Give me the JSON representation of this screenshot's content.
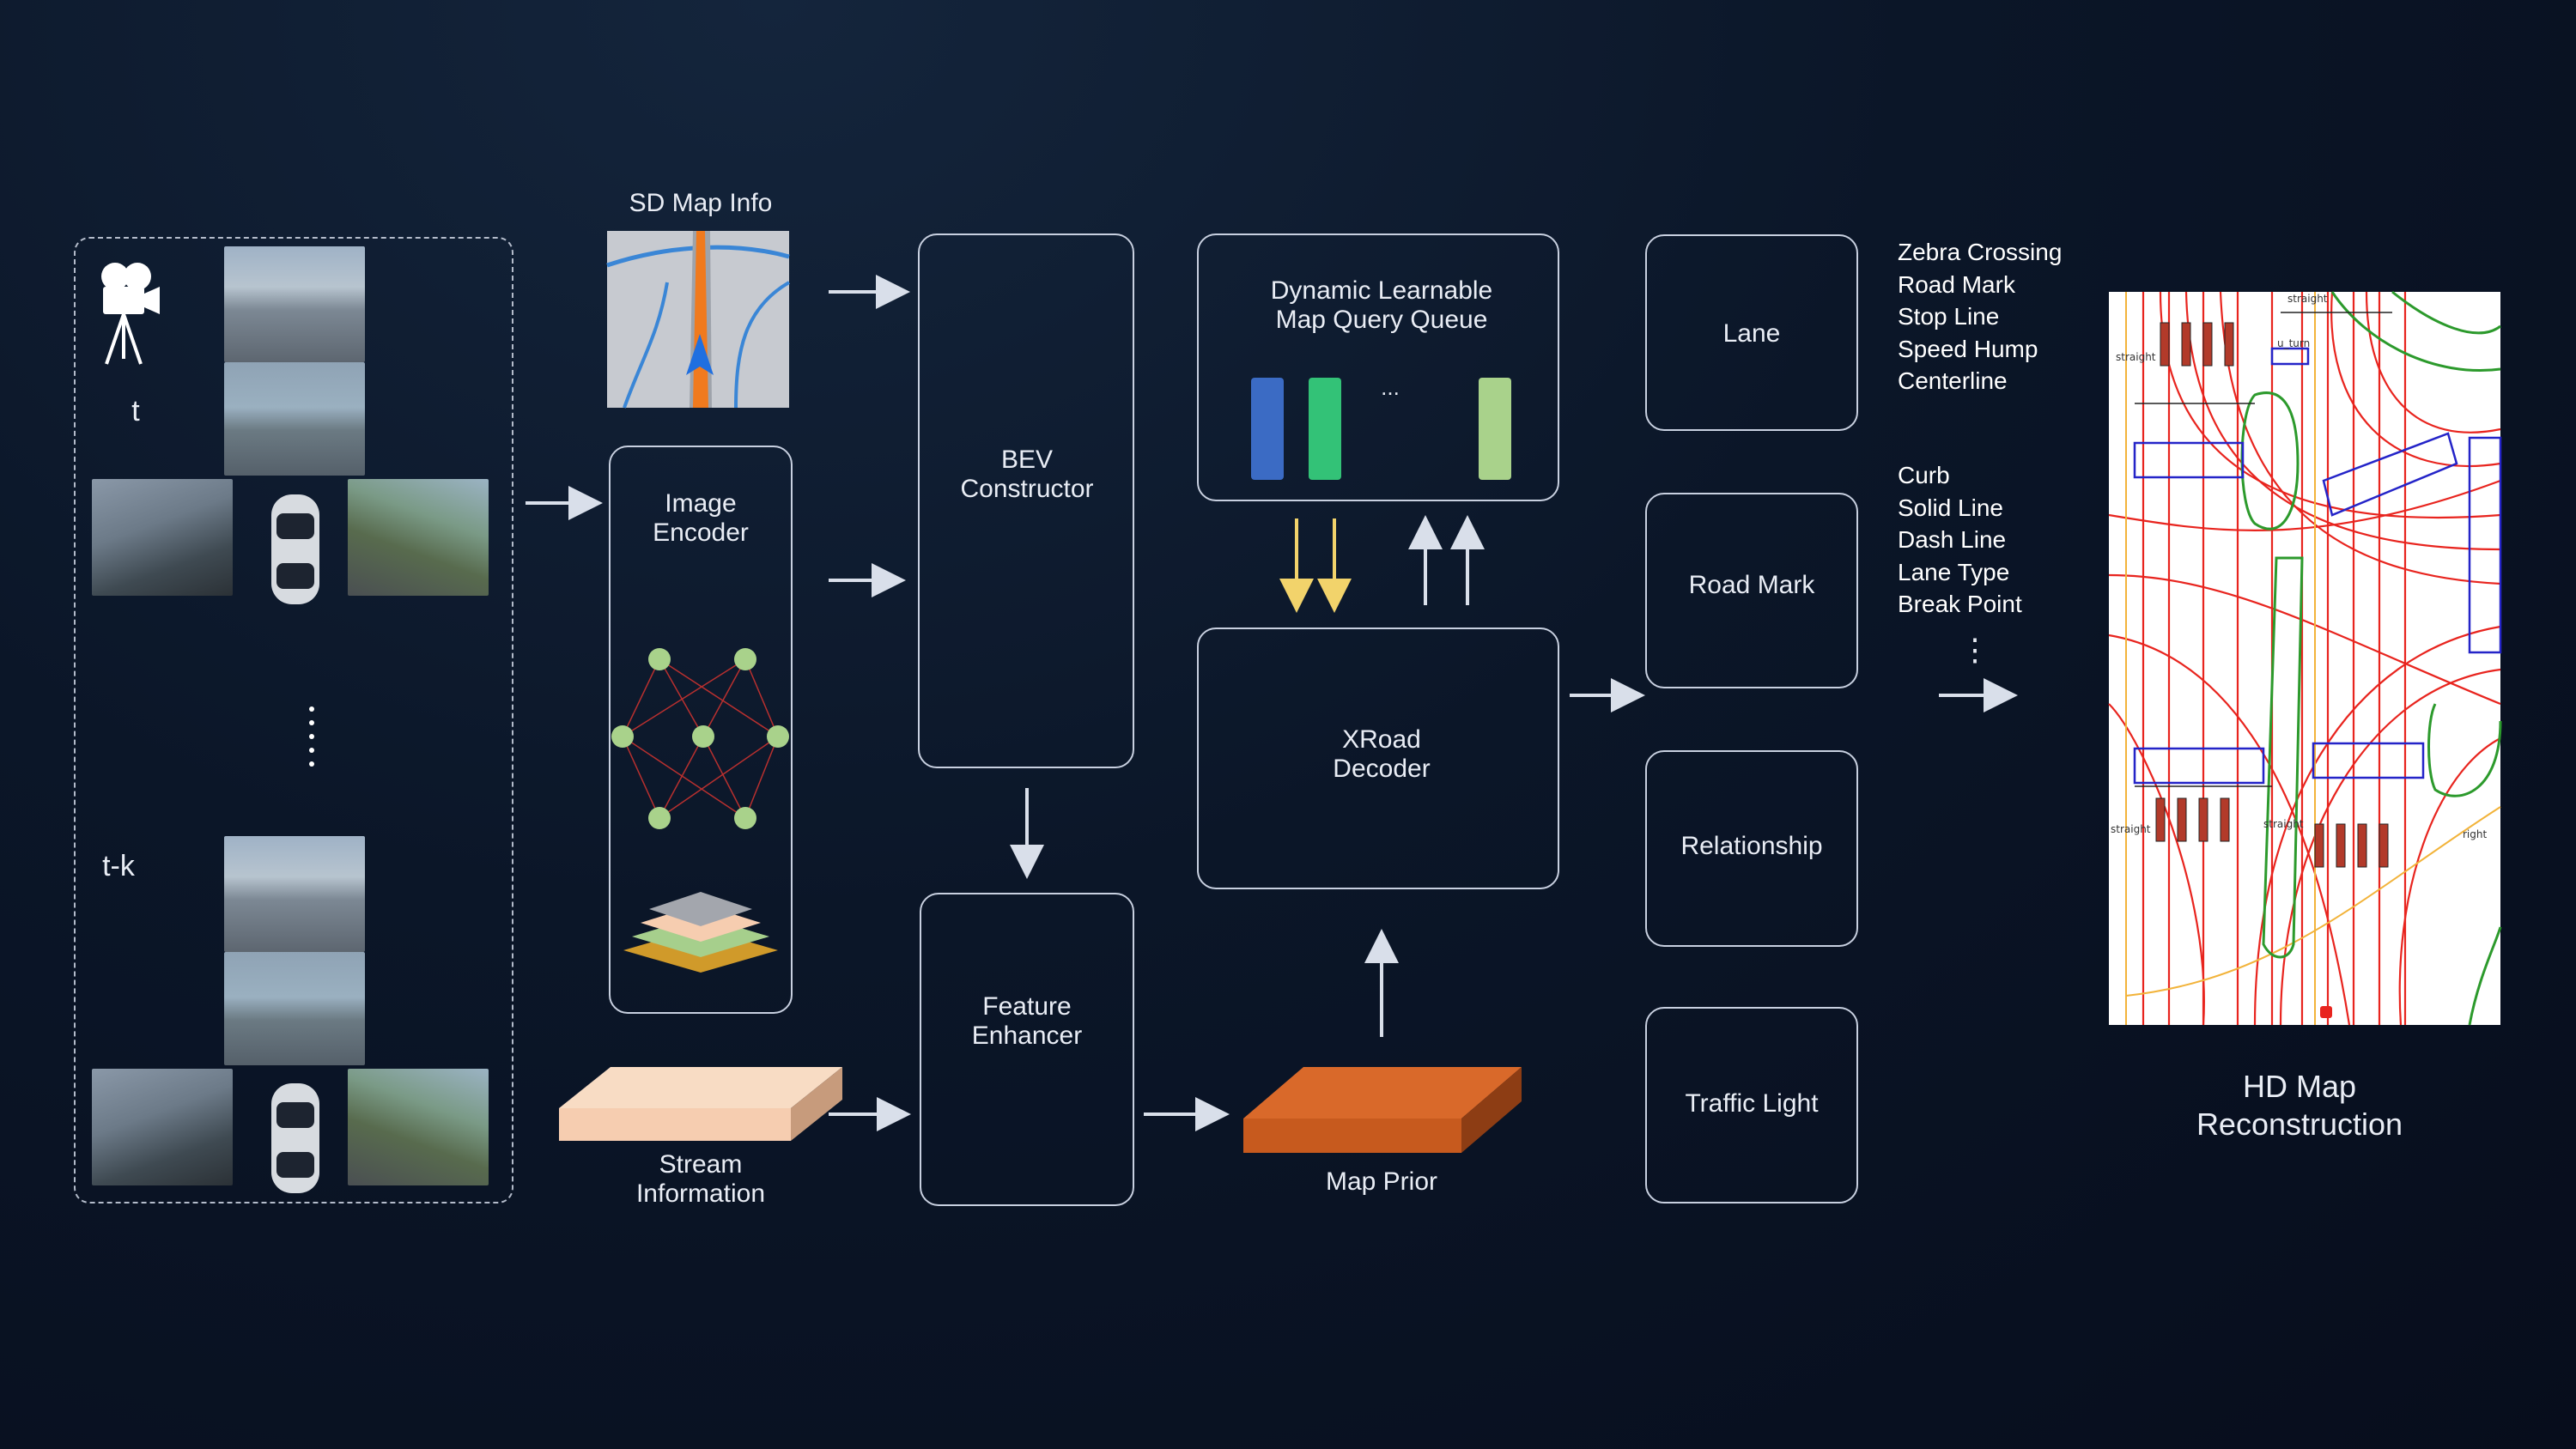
{
  "input": {
    "time_t_label": "t",
    "time_tk_label": "t-k",
    "camera_icon": "video-camera-icon"
  },
  "sd_map": {
    "title": "SD Map Info"
  },
  "image_encoder": {
    "label": "Image\nEncoder"
  },
  "stream_info": {
    "label": "Stream\nInformation"
  },
  "bev_constructor": {
    "label": "BEV\nConstructor"
  },
  "feature_enhancer": {
    "label": "Feature\nEnhancer"
  },
  "query_queue": {
    "label": "Dynamic Learnable\nMap Query Queue",
    "ellipsis": "...",
    "bar_colors": [
      "#3b6bc4",
      "#33c277",
      "#a9d28b"
    ]
  },
  "decoder": {
    "label": "XRoad\nDecoder"
  },
  "map_prior": {
    "label": "Map Prior"
  },
  "heads": [
    {
      "label": "Lane"
    },
    {
      "label": "Road Mark"
    },
    {
      "label": "Relationship"
    },
    {
      "label": "Traffic Light"
    }
  ],
  "attributes": {
    "group1": [
      "Zebra Crossing",
      "Road Mark",
      "Stop Line",
      "Speed Hump",
      "Centerline"
    ],
    "group2": [
      "Curb",
      "Solid Line",
      "Dash Line",
      "Lane Type",
      "Break Point"
    ],
    "ellipsis": "⋮"
  },
  "hd_map": {
    "title": "HD Map\nReconstruction",
    "labels": [
      "straight",
      "straight",
      "straight",
      "straight",
      "u_turn",
      "right"
    ]
  },
  "colors": {
    "arrow": "#d9dfea",
    "yellow_arrow": "#f2d36b",
    "box_border": "#c8d0e0",
    "map_prior": "#d9692a",
    "stream": "#f6cdb0"
  }
}
